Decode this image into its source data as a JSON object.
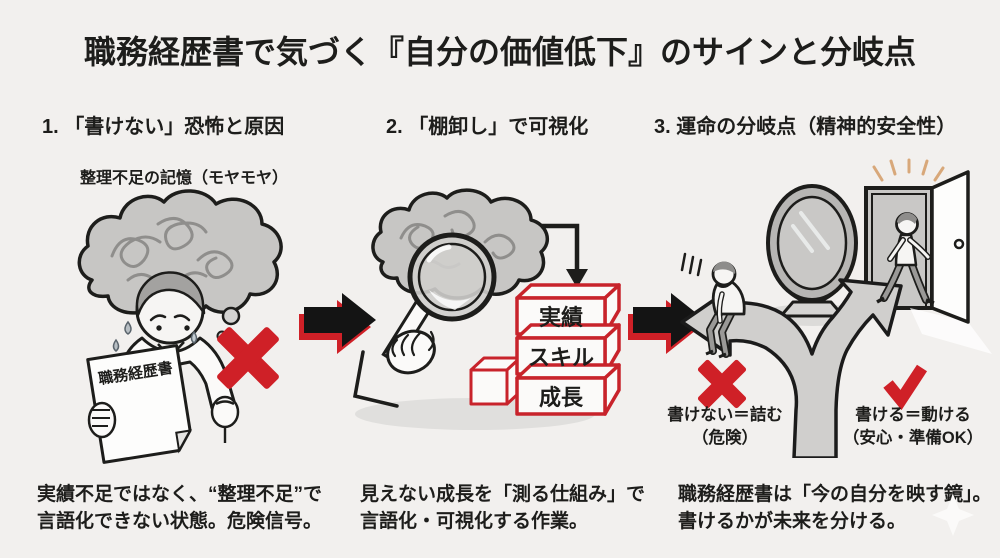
{
  "title": "職務経歴書で気づく『自分の価値低下』のサインと分岐点",
  "sections": {
    "s1": {
      "heading": "1. 「書けない」恐怖と原因",
      "sublabel": "整理不足の記憶（モヤモヤ）",
      "paper_label": "職務経歴書",
      "caption_line1": "実績不足ではなく、“整理不足”で",
      "caption_line2": "言語化できない状態。危険信号。"
    },
    "s2": {
      "heading": "2. 「棚卸し」で可視化",
      "blocks": [
        "実績",
        "スキル",
        "成長"
      ],
      "caption_line1": "見えない成長を「測る仕組み」で",
      "caption_line2": "言語化・可視化する作業。"
    },
    "s3": {
      "heading": "3. 運命の分岐点（精神的安全性）",
      "bad_line1": "書けない＝詰む",
      "bad_line2": "（危険）",
      "good_line1": "書ける＝動ける",
      "good_line2": "（安心・準備OK）",
      "caption_line1": "職務経歴書は「今の自分を映す鏡」。",
      "caption_line2": "書けるかが未来を分ける。"
    }
  },
  "colors": {
    "background": "#f2f0ee",
    "ink": "#1d1d1b",
    "accent_red": "#cf2027",
    "cloud_gray": "#c7c6c4",
    "road_gray": "#d0cfcd",
    "ray_tan": "#d8a87a"
  }
}
